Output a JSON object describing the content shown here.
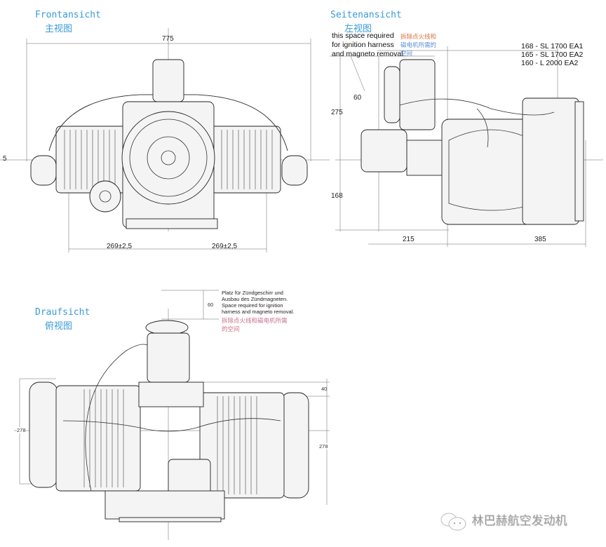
{
  "front_view": {
    "title_de": "Frontansicht",
    "title_cn": "主视图",
    "dims": {
      "width": "775",
      "offset": "5",
      "left_half": "269±2,5",
      "right_half": "269±2,5"
    }
  },
  "side_view": {
    "title_de": "Seitenansicht",
    "title_cn": "左视图",
    "note_en": [
      "this space required",
      "for ignition harness",
      "and magneto removal"
    ],
    "note_cn": [
      "拆除点火线和",
      "磁电机所需的",
      "空间"
    ],
    "variants": [
      "168 - SL 1700 EA1",
      "165 - SL 1700 EA2",
      "160 - L 2000 EA2"
    ],
    "dims": {
      "clearance": "60",
      "upper_height": "275",
      "lower_height": "168",
      "front_length": "215",
      "rear_length": "385"
    }
  },
  "top_view": {
    "title_de": "Draufsicht",
    "title_cn": "俯视图",
    "note": [
      "Platz für Zündgeschirr und",
      "Ausbau des Zündmagneten.",
      "Space required for ignition",
      "harness and magneto removal."
    ],
    "note_cn": [
      "拆除点火线和磁电机所需",
      "的空间"
    ],
    "dims": {
      "clearance": "60",
      "offset": "40",
      "left_width": "278",
      "right_width": "278"
    }
  },
  "watermark": {
    "icon": "wechat-icon",
    "text": "林巴赫航空发动机"
  }
}
